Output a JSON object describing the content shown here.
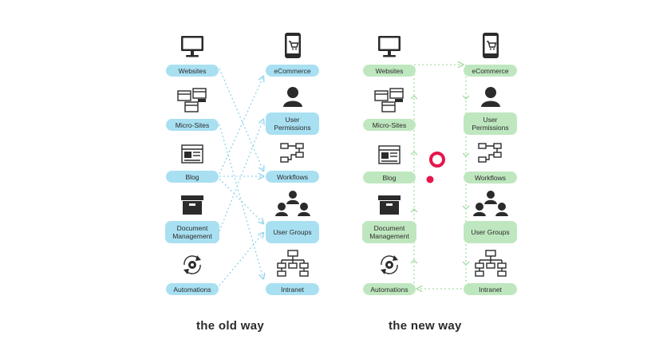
{
  "old_way": {
    "caption": "the old way",
    "left": [
      "Websites",
      "Micro-Sites",
      "Blog",
      "Document Management",
      "Automations"
    ],
    "right": [
      "eCommerce",
      "User Permissions",
      "Workflows",
      "User Groups",
      "Intranet"
    ],
    "color": "#a8e0f2",
    "arrow_color": "#8fd3ec"
  },
  "new_way": {
    "caption": "the new way",
    "left": [
      "Websites",
      "Micro-Sites",
      "Blog",
      "Document Management",
      "Automations"
    ],
    "right": [
      "eCommerce",
      "User Permissions",
      "Workflows",
      "User Groups",
      "Intranet"
    ],
    "color": "#bfe7bf",
    "arrow_color": "#a6dca6"
  },
  "icons": {
    "left": [
      "monitor-icon",
      "micro-sites-icon",
      "blog-icon",
      "archive-box-icon",
      "sync-gear-icon"
    ],
    "right": [
      "mobile-cart-icon",
      "user-icon",
      "workflow-icon",
      "user-group-icon",
      "sitemap-icon"
    ]
  },
  "accent": "#e8154b"
}
